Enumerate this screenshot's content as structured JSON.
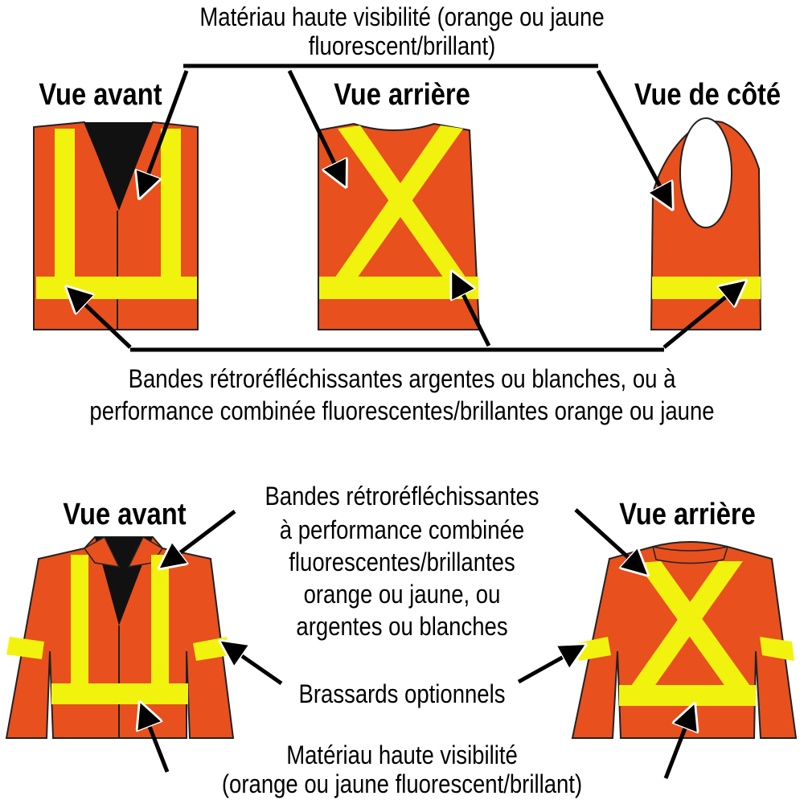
{
  "top": {
    "material_label_line1": "Matériau haute visibilité (orange ou jaune",
    "material_label_line2": "fluorescent/brillant)",
    "view_front": "Vue avant",
    "view_back": "Vue arrière",
    "view_side": "Vue de côté",
    "bands_label_line1": "Bandes rétroréfléchissantes argentes ou blanches, ou à",
    "bands_label_line2": "performance combinée fluorescentes/brillantes orange ou jaune"
  },
  "bottom": {
    "view_front": "Vue avant",
    "view_back": "Vue arrière",
    "bands_label_lines": [
      "Bandes rétroréfléchissantes",
      "à performance combinée",
      "fluorescentes/brillantes",
      "orange ou jaune, ou",
      "argentes ou blanches"
    ],
    "armbands_label": "Brassards optionnels",
    "material_label_line1": "Matériau haute visibilité",
    "material_label_line2": "(orange ou jaune fluorescent/brillant)"
  },
  "colors": {
    "orange": "#E8501E",
    "yellow": "#F2F20F",
    "black": "#000000"
  }
}
